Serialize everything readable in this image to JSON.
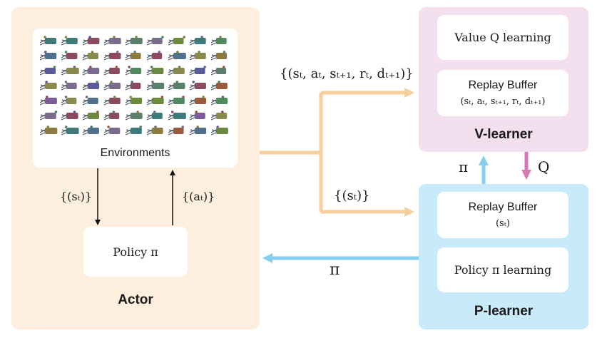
{
  "actor": {
    "title": "Actor",
    "environments_label": "Environments",
    "policy_label": "Policy π",
    "state_set_label": "{(sₜ)}",
    "action_set_label": "{(aₜ)}"
  },
  "v_learner": {
    "title": "V-learner",
    "value_box_label": "Value Q learning",
    "replay_buffer_label": "Replay Buffer",
    "replay_buffer_contents": "(sₜ, aₜ, sₜ₊₁, rₜ, dₜ₊₁)"
  },
  "p_learner": {
    "title": "P-learner",
    "replay_buffer_label": "Replay Buffer",
    "replay_buffer_contents": "(sₜ)",
    "policy_box_label": "Policy π learning"
  },
  "edges": {
    "transitions_label": "{(sₜ, aₜ, sₜ₊₁, rₜ, dₜ₊₁)}",
    "states_label": "{(sₜ)}",
    "policy_return_label": "π",
    "policy_to_v_label": "π",
    "q_to_p_label": "Q"
  },
  "colors": {
    "actor_bg": "#fdeedd",
    "v_learner_bg": "#f3dfee",
    "p_learner_bg": "#c8eafa",
    "orange_arrow": "#f7cf9c",
    "blue_arrow": "#86cdf0",
    "pink_arrow": "#d779b6"
  }
}
